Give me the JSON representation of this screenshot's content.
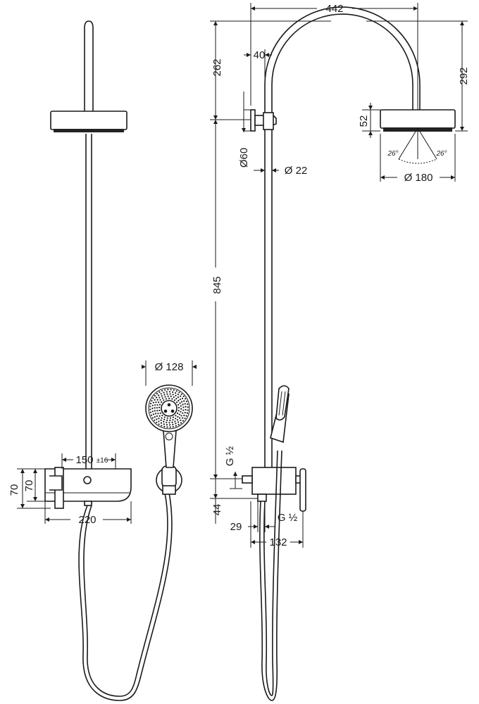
{
  "dimensions": {
    "top_width": "442",
    "arm_height": "262",
    "offset_40": "40",
    "total_height_right": "292",
    "head_height": "52",
    "angle_left": "26°",
    "angle_right": "26°",
    "head_diameter": "Ø 180",
    "wall_diameter": "Ø60",
    "pipe_diameter": "Ø 22",
    "riser_height": "845",
    "handshower_diameter": "Ø 128",
    "mixer_centres": "150",
    "mixer_tolerance": "±16",
    "mixer_width": "220",
    "mixer_height_outer": "70",
    "mixer_height_inner": "70",
    "inlet_thread_top": "G ½",
    "outlet_height": "44",
    "outlet_offset": "29",
    "outlet_thread": "G ½",
    "mixer_depth": "132"
  }
}
